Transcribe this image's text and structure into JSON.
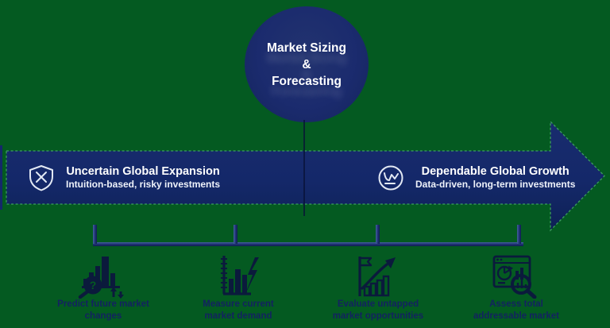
{
  "diagram_title": {
    "line1": "Market Sizing",
    "line2": "&",
    "line3": "Forecasting"
  },
  "arrow": {
    "left": {
      "icon": "shield-x-icon",
      "title": "Uncertain Global Expansion",
      "subtitle": "Intuition-based, risky investments"
    },
    "right": {
      "icon": "line-chart-circle-icon",
      "title": "Dependable Global Growth",
      "subtitle": "Data-driven, long-term investments"
    }
  },
  "items": [
    {
      "icon": "bar-chart-magnifier-question-icon",
      "line1": "Predict future market",
      "line2": "changes"
    },
    {
      "icon": "bar-chart-lightning-ruler-icon",
      "line1": "Measure current",
      "line2": "market demand"
    },
    {
      "icon": "flag-growth-arrow-bars-icon",
      "line1": "Evaluate untapped",
      "line2": "market opportunities"
    },
    {
      "icon": "dashboard-magnifier-icon",
      "line1": "Assess total",
      "line2": "addressable market"
    }
  ],
  "palette": {
    "background_green": "#045A21",
    "arrow_navy": "#15286B",
    "circle_navy": "#1B2B6E",
    "bracket_navy": "#1C2E70",
    "label_navy": "#132260",
    "icon_ink": "#0B1A3C",
    "text_white": "#FFFFFF",
    "arrow_dashed_outline_green": "#3F9E62"
  }
}
